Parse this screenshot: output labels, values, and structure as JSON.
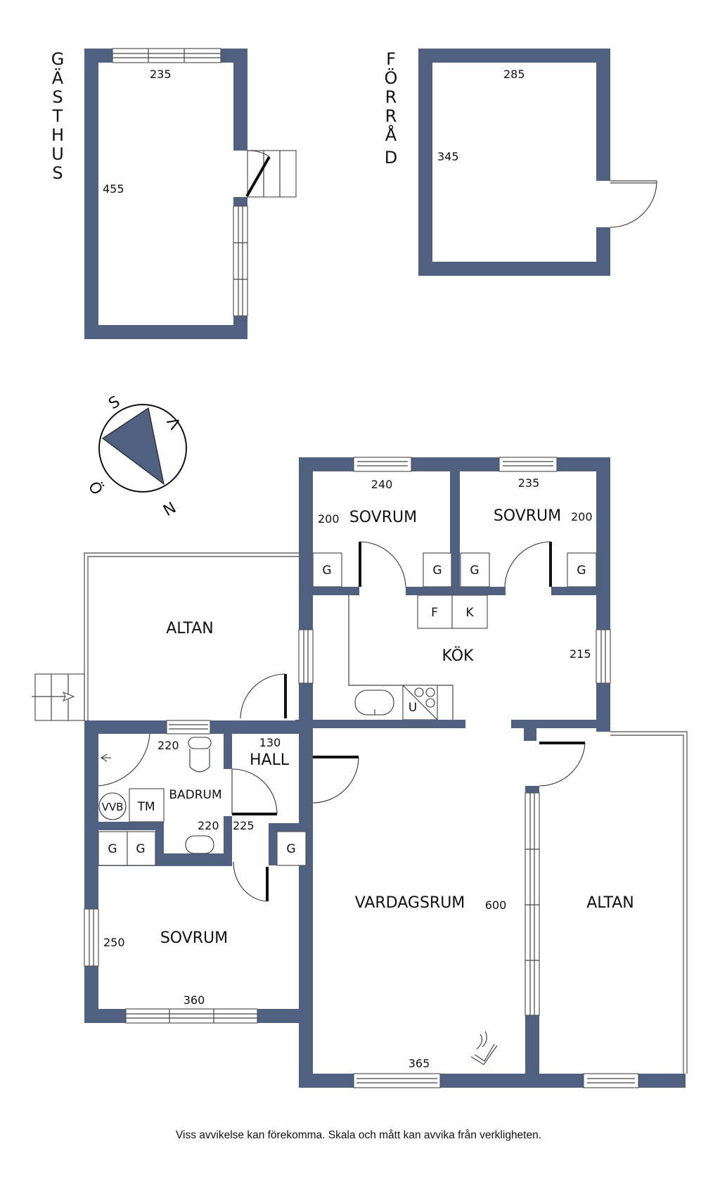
{
  "colors": {
    "wall": "#4f6080",
    "text": "#111111",
    "background": "#ffffff"
  },
  "gasthus": {
    "title_letters": [
      "G",
      "Ä",
      "S",
      "T",
      "H",
      "U",
      "S"
    ],
    "width_dim": "235",
    "length_dim": "455"
  },
  "forrad": {
    "title_letters": [
      "F",
      "Ö",
      "R",
      "R",
      "Å",
      "D"
    ],
    "width_dim": "285",
    "length_dim": "345"
  },
  "compass": {
    "labels": {
      "north": "N",
      "south": "S",
      "east": "Ö",
      "west": "V"
    }
  },
  "rooms": {
    "bedroom_left": {
      "label": "SOVRUM",
      "width_dim": "240",
      "depth_dim": "200"
    },
    "bedroom_right": {
      "label": "SOVRUM",
      "width_dim": "235",
      "depth_dim": "200"
    },
    "kitchen": {
      "label": "KÖK",
      "dim": "215",
      "appliances": {
        "fridge": "F",
        "freezer": "K",
        "oven": "U"
      }
    },
    "altan_top": {
      "label": "ALTAN"
    },
    "hall": {
      "label": "HALL",
      "dim": "130"
    },
    "bathroom": {
      "label": "BADRUM",
      "dim_top": "220",
      "dim_bottom": "220",
      "water_heater": "VVB",
      "dryer": "TM"
    },
    "hall_dim_lower": "225",
    "bedroom_lower": {
      "label": "SOVRUM",
      "depth_dim": "250",
      "width_dim": "360"
    },
    "living_room": {
      "label": "VARDAGSRUM",
      "length_dim": "600",
      "width_dim": "365"
    },
    "altan_right": {
      "label": "ALTAN"
    },
    "wardrobe_label": "G"
  },
  "footer": {
    "disclaimer": "Viss avvikelse kan förekomma. Skala och mått kan avvika från verkligheten."
  }
}
